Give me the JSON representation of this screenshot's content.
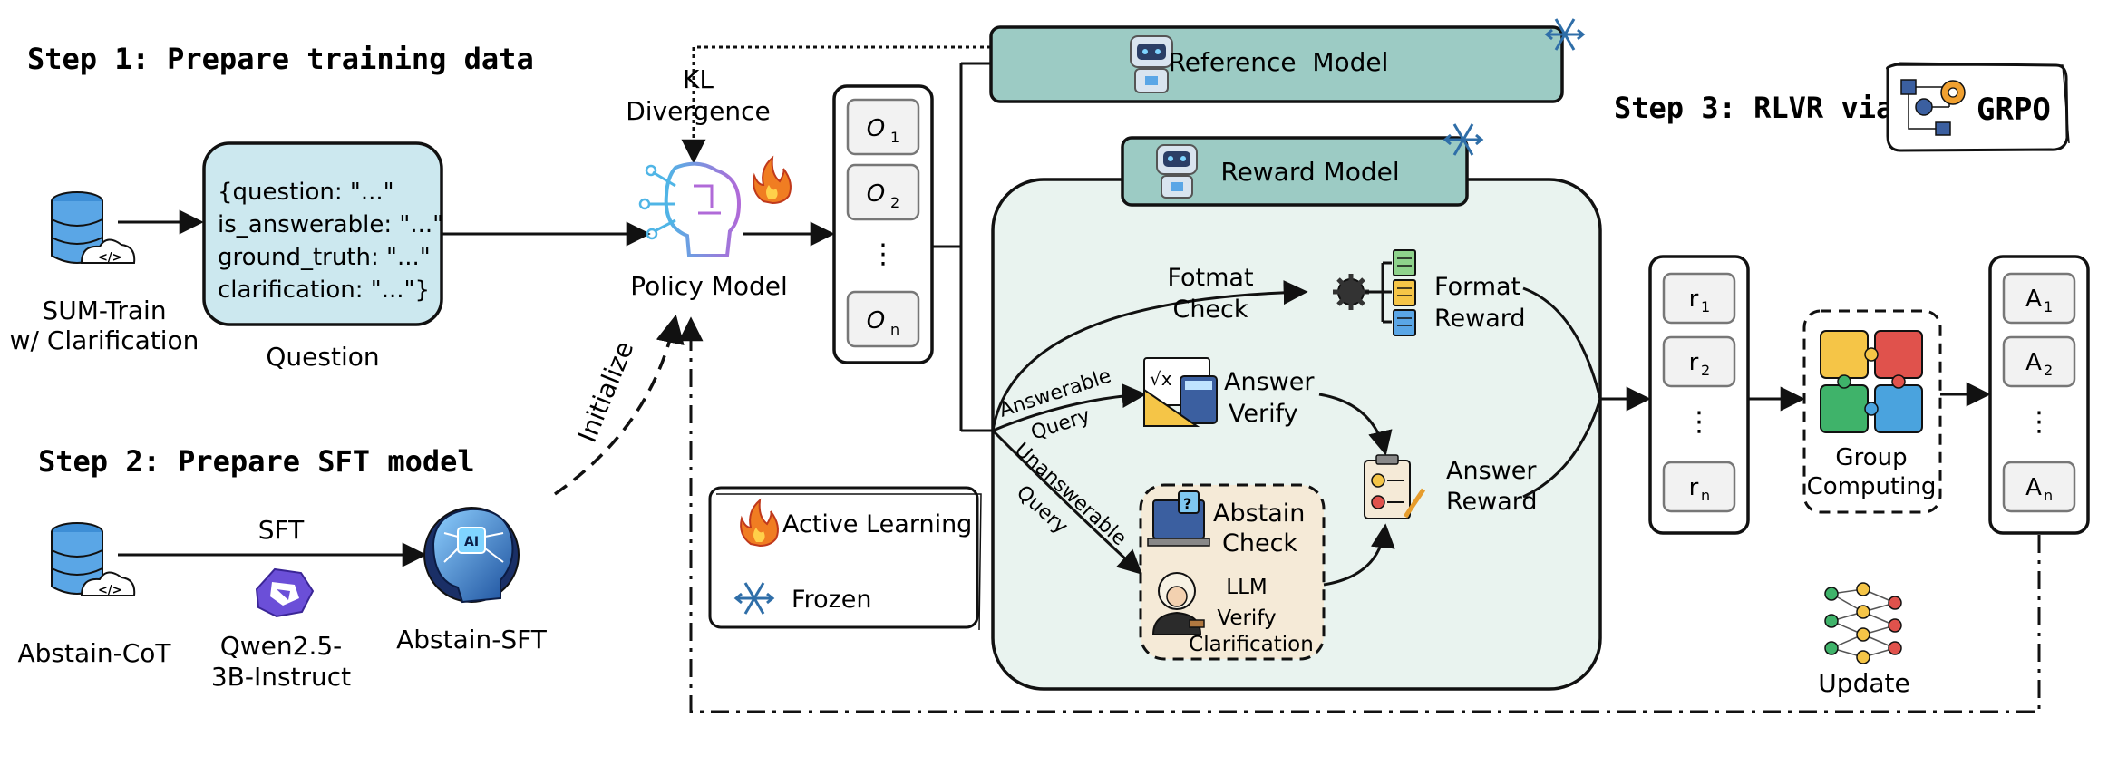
{
  "steps": {
    "step1": "Step 1: Prepare training data",
    "step2": "Step 2: Prepare SFT model",
    "step3": "Step 3: RLVR via",
    "grpo": "GRPO"
  },
  "step1": {
    "dataset_line1": "SUM-Train",
    "dataset_line2": "w/ Clarification",
    "json_lines": [
      "{question: \"...\"",
      "is_answerable: \"...\"",
      "ground_truth: \"...\"",
      "clarification: \"...\"}"
    ],
    "question_caption": "Question"
  },
  "step2": {
    "dataset": "Abstain-CoT",
    "sft": "SFT",
    "base_line1": "Qwen2.5-",
    "base_line2": "3B-Instruct",
    "output": "Abstain-SFT",
    "initialize": "Initialize"
  },
  "policy": {
    "label": "Policy Model",
    "kl_line1": "KL",
    "kl_line2": "Divergence"
  },
  "outputs": {
    "o1": "O",
    "o1_sub": "1",
    "o2": "O",
    "o2_sub": "2",
    "dots": "⋮",
    "on": "O",
    "on_sub": "n"
  },
  "reference_model": "Reference  Model",
  "reward_model": "Reward Model",
  "reward_box": {
    "format_check_line1": "Fotmat",
    "format_check_line2": "Check",
    "format_reward_line1": "Format",
    "format_reward_line2": "Reward",
    "answerable_line1": "Answerable",
    "answerable_line2": "Query",
    "unanswerable_line1": "Unanswerable",
    "unanswerable_line2": "Query",
    "answer_verify_line1": "Answer",
    "answer_verify_line2": "Verify",
    "abstain_line1": "Abstain",
    "abstain_line2": "Check",
    "llm_line1": "LLM",
    "llm_line2": "Verify",
    "llm_line3": "Clarification",
    "answer_reward_line1": "Answer",
    "answer_reward_line2": "Reward"
  },
  "legend": {
    "active": "Active Learning",
    "frozen": "Frozen"
  },
  "rewards": {
    "r1": "r",
    "r1_sub": "1",
    "r2": "r",
    "r2_sub": "2",
    "dots": "⋮",
    "rn": "r",
    "rn_sub": "n"
  },
  "group": {
    "line1": "Group",
    "line2": "Computing"
  },
  "advantages": {
    "a1": "A",
    "a1_sub": "1",
    "a2": "A",
    "a2_sub": "2",
    "dots": "⋮",
    "an": "A",
    "an_sub": "n"
  },
  "update": "Update",
  "colors": {
    "teal": "#9ccbc4",
    "light_blue": "#cce8ef",
    "panel": "#e9f3ef",
    "beige": "#f5ead7",
    "outline": "#222222"
  }
}
